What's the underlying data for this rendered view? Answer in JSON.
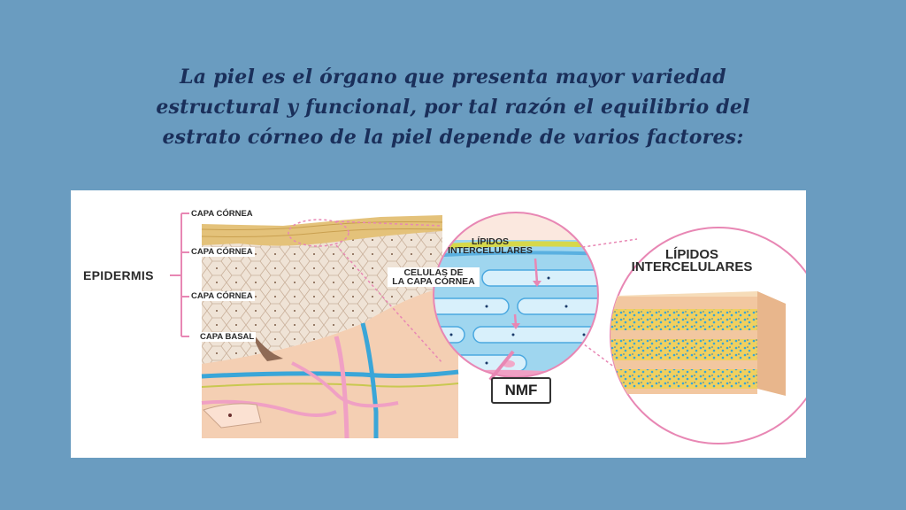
{
  "title_lines": [
    "La piel es el órgano que presenta mayor variedad",
    "estructural y funcional, por tal razón el equilibrio del",
    "estrato córneo de la piel depende de varios factores:"
  ],
  "diagram": {
    "epidermis": "EPIDERMIS",
    "layers": [
      "CAPA CÓRNEA",
      "CAPA CÓRNEA",
      "CAPA CÓRNEA",
      "CAPA BASAL"
    ],
    "zoom_labels": {
      "lipidos_line1": "LÍPIDOS",
      "lipidos_line2": "INTERCELULARES",
      "celulas_line1": "CELULAS DE",
      "celulas_line2": "LA CAPA CÓRNEA"
    },
    "nmf": "NMF",
    "right_labels": {
      "line1": "LÍPIDOS",
      "line2": "INTERCELULARES"
    }
  },
  "colors": {
    "background": "#6a9cc0",
    "title": "#1a2f5a",
    "accent_pink": "#e887b4",
    "cell_blue": "#7ec8ea",
    "lipid_yellow": "#e8c83a",
    "skin_peach": "#f2c4a4"
  }
}
